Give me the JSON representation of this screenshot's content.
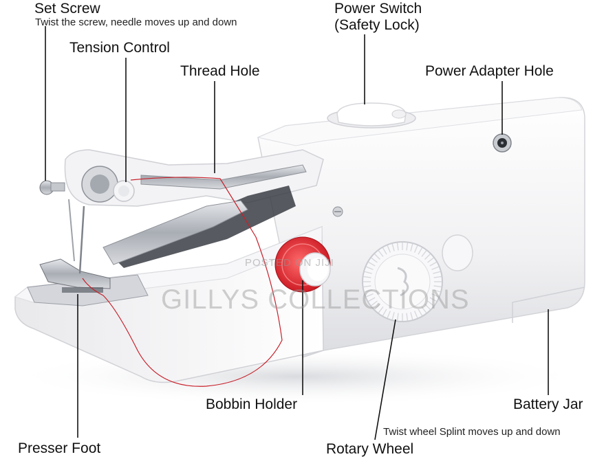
{
  "labels": {
    "set_screw": "Set Screw",
    "set_screw_note": "Twist the screw, needle moves up and down",
    "tension_control": "Tension Control",
    "thread_hole": "Thread Hole",
    "power_switch_line1": "Power Switch",
    "power_switch_line2": "(Safety Lock)",
    "power_adapter_hole": "Power Adapter Hole",
    "bobbin_holder": "Bobbin Holder",
    "battery_jar": "Battery Jar",
    "presser_foot": "Presser Foot",
    "rotary_wheel": "Rotary Wheel",
    "rotary_wheel_note": "Twist wheel Splint moves up and down"
  },
  "watermark": {
    "posted": "POSTED ON JIJI",
    "shop": "GILLYS COLLECTIONS"
  },
  "colors": {
    "body": "#f4f4f6",
    "shadow": "#d9dade",
    "bobbin": "#e23b3b",
    "thread": "#c8202a",
    "metal": "#b9bcc2"
  }
}
